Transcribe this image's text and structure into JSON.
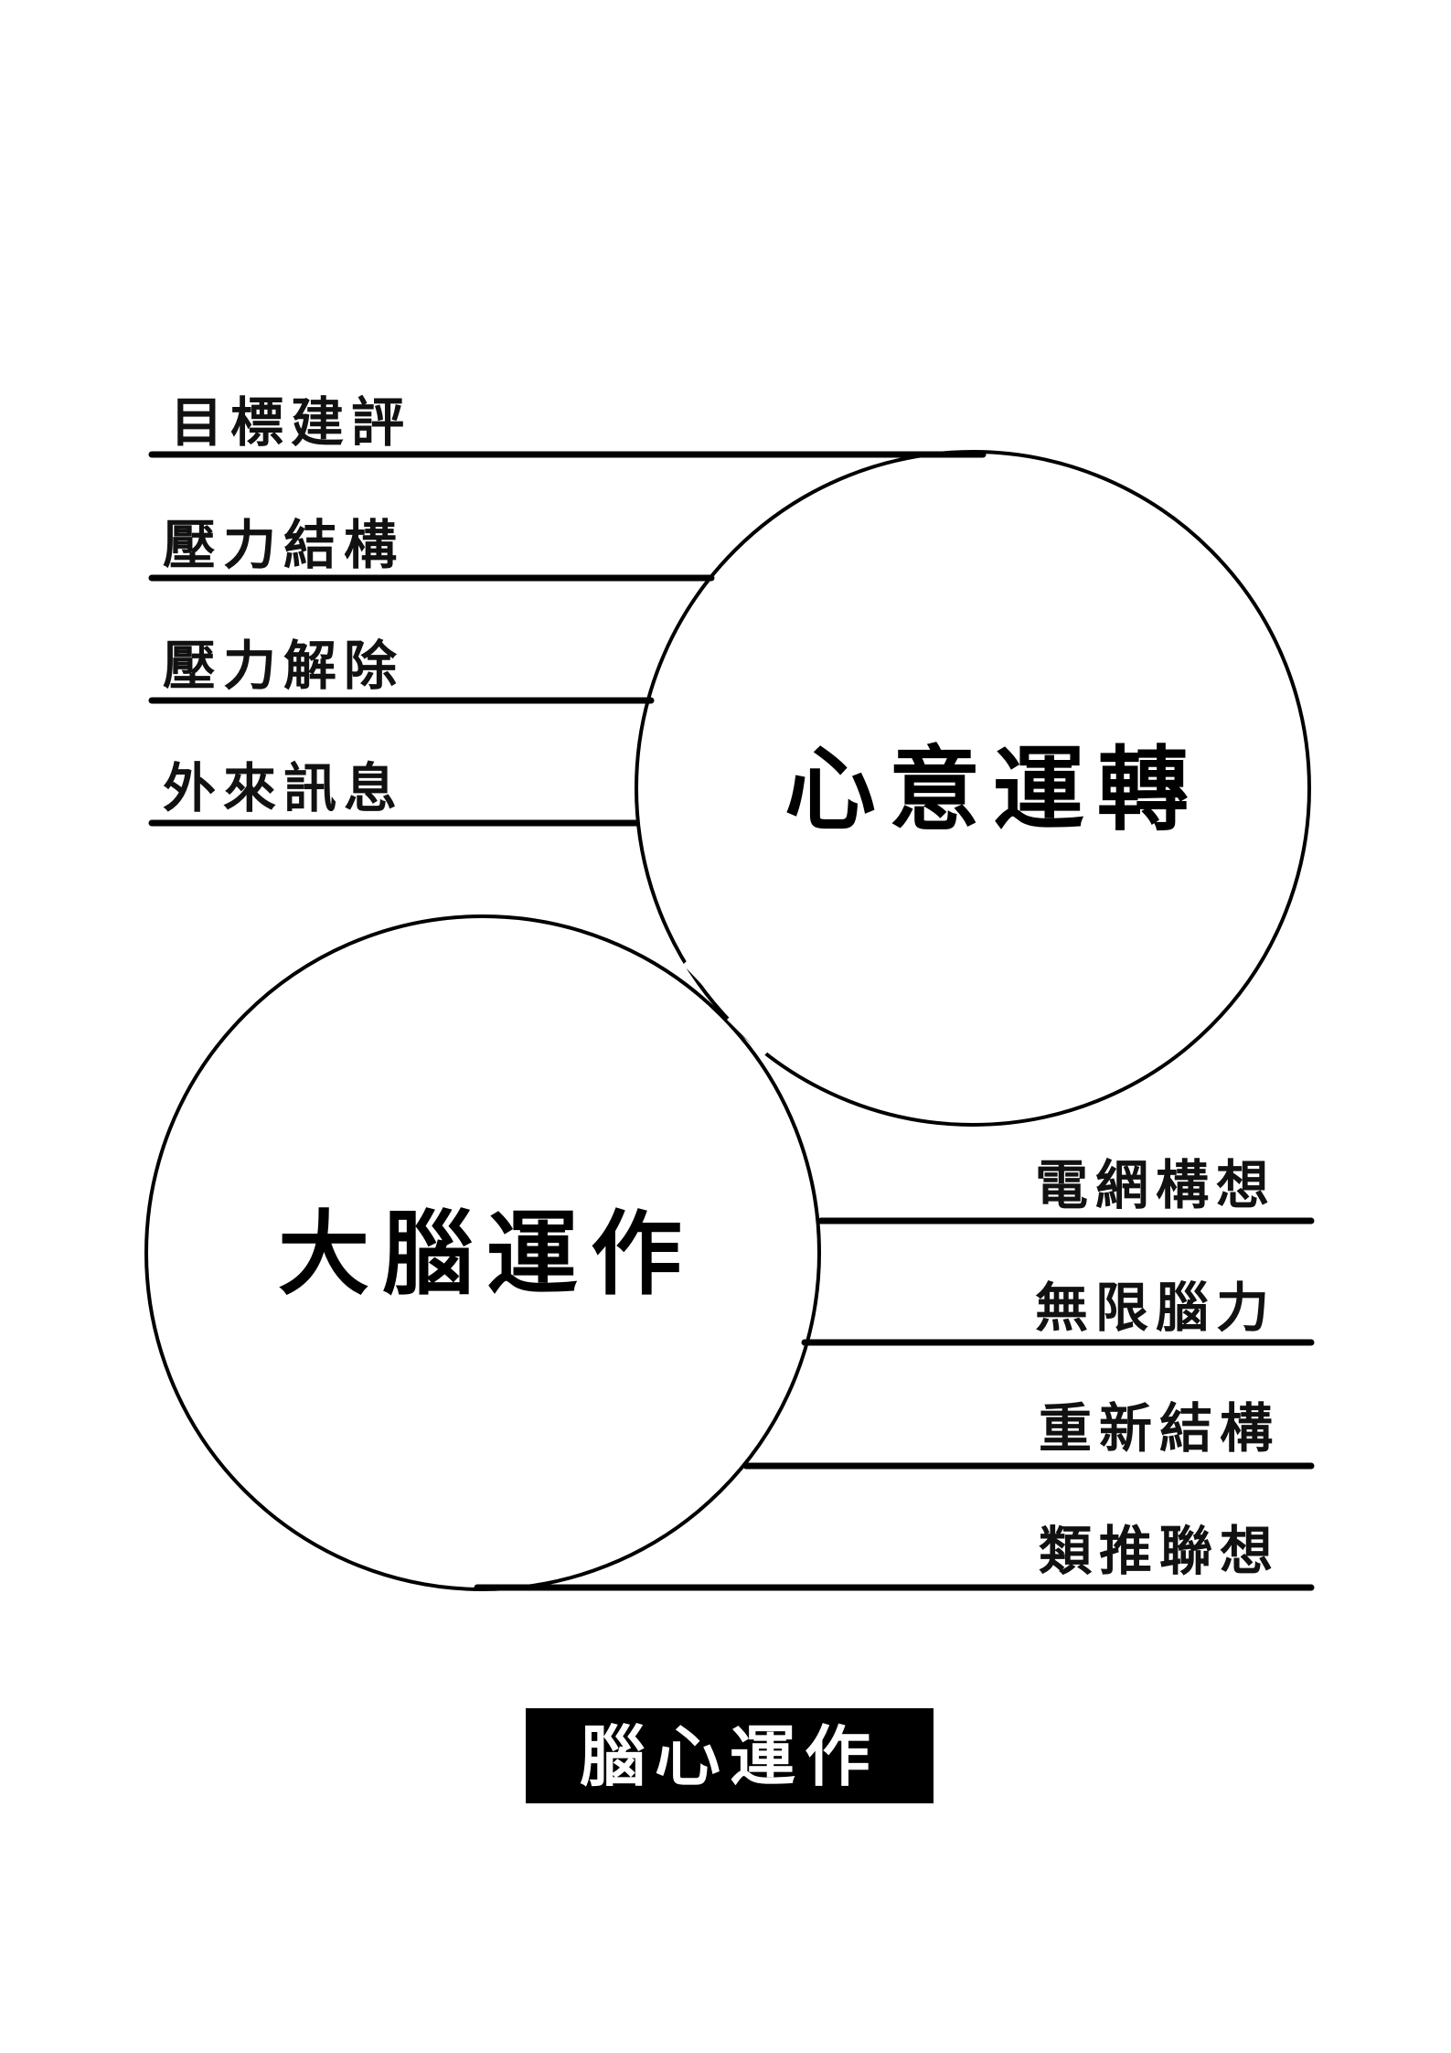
{
  "top_group": {
    "circle_title": "心意運轉",
    "items": [
      "目標建評",
      "壓力結構",
      "壓力解除",
      "外來訊息"
    ]
  },
  "bottom_group": {
    "circle_title": "大腦運作",
    "items": [
      "電網構想",
      "無限腦力",
      "重新結構",
      "類推聯想"
    ]
  },
  "footer": {
    "label": "腦心運作",
    "box_color": "#000000",
    "text_color": "#ffffff"
  },
  "colors": {
    "ink": "#000000",
    "background": "#ffffff"
  }
}
